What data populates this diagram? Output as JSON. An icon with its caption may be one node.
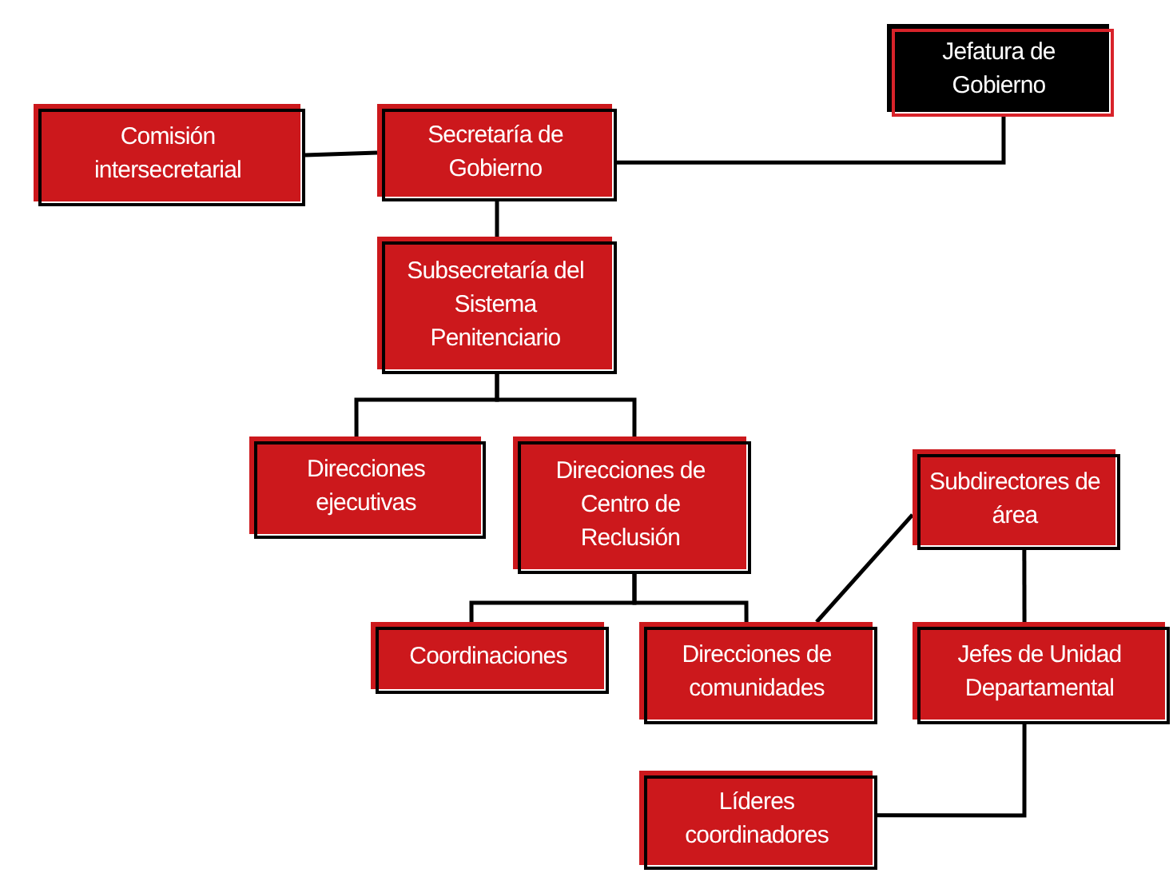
{
  "diagram": {
    "nodes": [
      {
        "text": [
          "Jefatura de Gobierno"
        ]
      },
      {
        "text": [
          "Comisión intersecretarial"
        ]
      },
      {
        "text": [
          "Secretaría de Gobierno"
        ]
      },
      {
        "text": [
          "Subsecretaría del Sistema Penitenciario"
        ]
      },
      {
        "text": [
          "Direcciones ejecutivas"
        ]
      },
      {
        "text": [
          "Direcciones de Centro de Reclusión"
        ]
      },
      {
        "text": [
          "Subdirectores de área"
        ]
      },
      {
        "text": [
          "Coordinaciones"
        ]
      },
      {
        "text": [
          "Direcciones de comunidades"
        ]
      },
      {
        "text": [
          "Jefes de Unidad Departamental"
        ]
      },
      {
        "text": [
          "Líderes coordinadores"
        ]
      }
    ],
    "edges": [
      {
        "from": 2,
        "to": 0,
        "arrow": "none"
      },
      {
        "from": 1,
        "to": 2,
        "arrow": "none"
      },
      {
        "from": 2,
        "to": 3,
        "arrow": "none"
      },
      {
        "from": 3,
        "to": 4,
        "arrow": "none"
      },
      {
        "from": 3,
        "to": 5,
        "arrow": "none"
      },
      {
        "from": 5,
        "to": 7,
        "arrow": "none"
      },
      {
        "from": 5,
        "to": 8,
        "arrow": "none"
      },
      {
        "from": 6,
        "to": 8,
        "arrow": "none"
      },
      {
        "from": 6,
        "to": 9,
        "arrow": "none"
      },
      {
        "from": 9,
        "to": 10,
        "arrow": "none"
      }
    ]
  }
}
